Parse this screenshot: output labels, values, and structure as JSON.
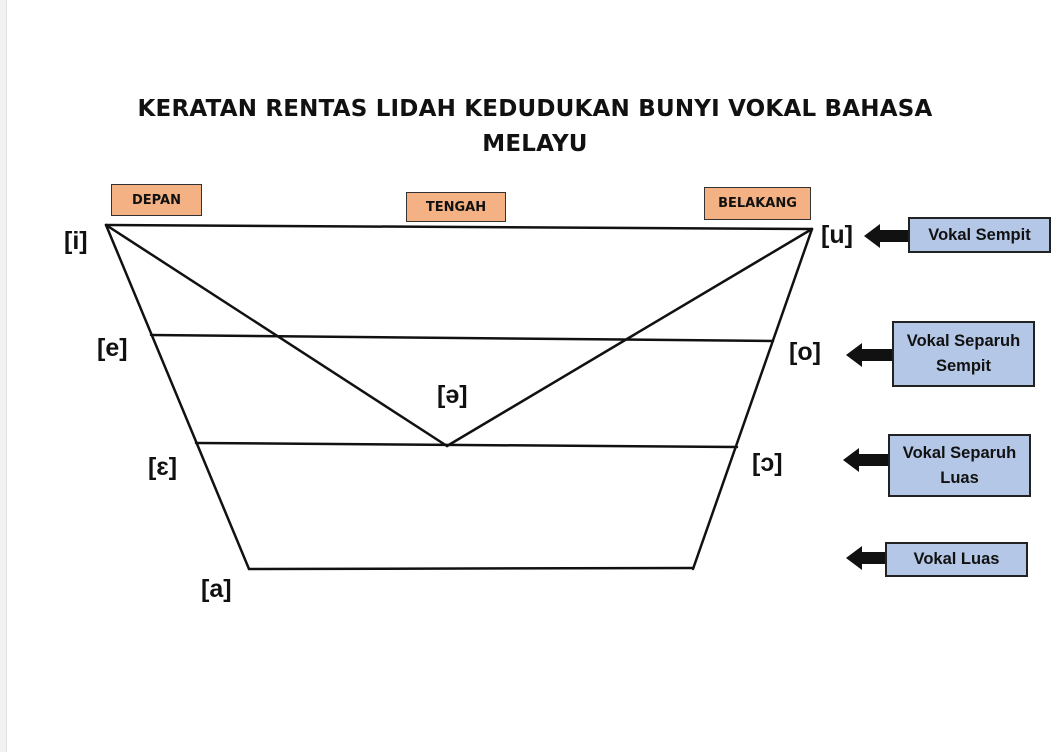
{
  "title": {
    "line1": "KERATAN RENTAS LIDAH KEDUDUKAN BUNYI VOKAL BAHASA",
    "line2": "MELAYU"
  },
  "positions": {
    "front": "DEPAN",
    "central": "TENGAH",
    "back": "BELAKANG"
  },
  "vowels": {
    "i": "[i]",
    "e": "[e]",
    "epsilon": "[ɛ]",
    "a": "[a]",
    "schwa": "[ə]",
    "u": "[u]",
    "o": "[o]",
    "open_o": "[ɔ]"
  },
  "heights": {
    "close": "Vokal Sempit",
    "close_mid_line1": "Vokal Separuh",
    "close_mid_line2": "Sempit",
    "open_mid_line1": "Vokal Separuh",
    "open_mid_line2": "Luas",
    "open": "Vokal Luas"
  },
  "colors": {
    "position_box": "#f4b183",
    "height_box": "#b4c7e7",
    "line": "#111111"
  }
}
